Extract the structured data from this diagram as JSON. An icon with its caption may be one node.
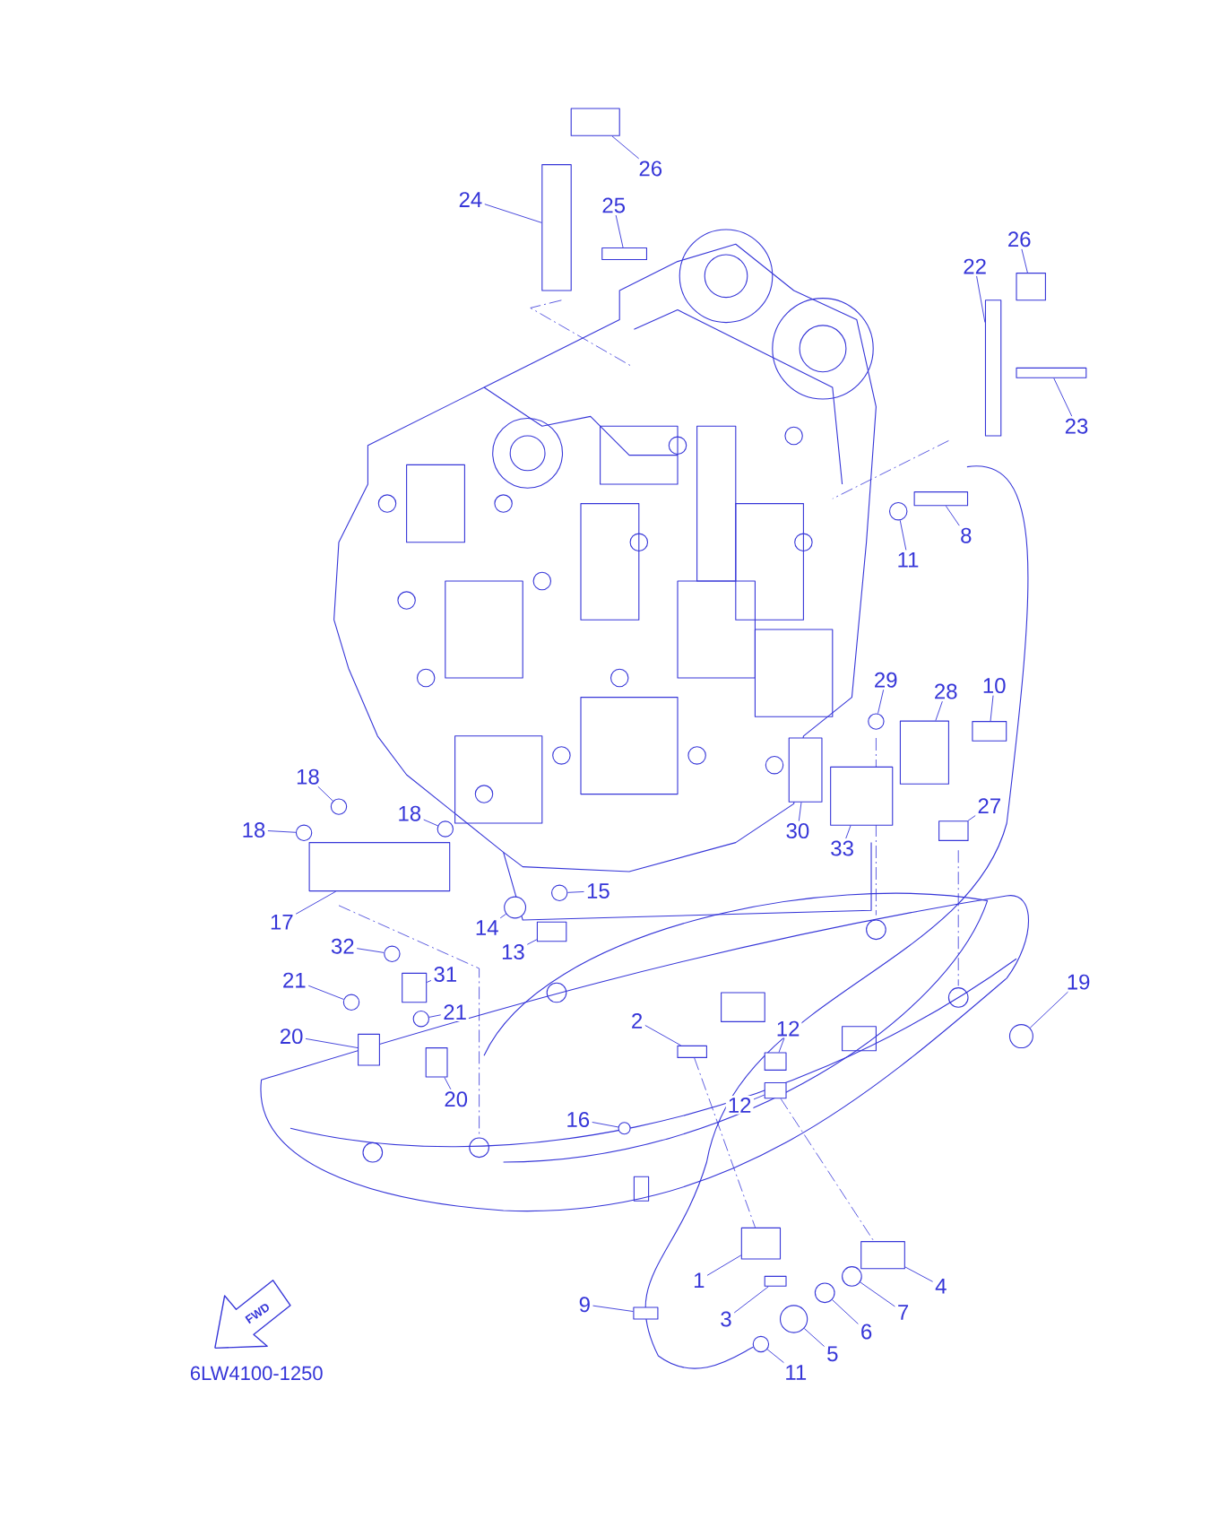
{
  "diagram": {
    "nodes": [
      {
        "text": [
          "26"
        ]
      },
      {
        "text": [
          "24"
        ]
      },
      {
        "text": [
          "25"
        ]
      },
      {
        "text": [
          "26"
        ]
      },
      {
        "text": [
          "22"
        ]
      },
      {
        "text": [
          "23"
        ]
      },
      {
        "text": [
          "8"
        ]
      },
      {
        "text": [
          "11"
        ]
      },
      {
        "text": [
          "29"
        ]
      },
      {
        "text": [
          "28"
        ]
      },
      {
        "text": [
          "10"
        ]
      },
      {
        "text": [
          "30"
        ]
      },
      {
        "text": [
          "33"
        ]
      },
      {
        "text": [
          "27"
        ]
      },
      {
        "text": [
          "18"
        ]
      },
      {
        "text": [
          "18"
        ]
      },
      {
        "text": [
          "18"
        ]
      },
      {
        "text": [
          "17"
        ]
      },
      {
        "text": [
          "15"
        ]
      },
      {
        "text": [
          "14"
        ]
      },
      {
        "text": [
          "13"
        ]
      },
      {
        "text": [
          "32"
        ]
      },
      {
        "text": [
          "31"
        ]
      },
      {
        "text": [
          "21"
        ]
      },
      {
        "text": [
          "21"
        ]
      },
      {
        "text": [
          "20"
        ]
      },
      {
        "text": [
          "20"
        ]
      },
      {
        "text": [
          "19"
        ]
      },
      {
        "text": [
          "2"
        ]
      },
      {
        "text": [
          "12"
        ]
      },
      {
        "text": [
          "12"
        ]
      },
      {
        "text": [
          "16"
        ]
      },
      {
        "text": [
          "1"
        ]
      },
      {
        "text": [
          "3"
        ]
      },
      {
        "text": [
          "4"
        ]
      },
      {
        "text": [
          "7"
        ]
      },
      {
        "text": [
          "6"
        ]
      },
      {
        "text": [
          "5"
        ]
      },
      {
        "text": [
          "11"
        ]
      },
      {
        "text": [
          "9"
        ]
      },
      {
        "text": [],
        "shape": "box"
      },
      {
        "text": [],
        "shape": "box"
      },
      {
        "text": [],
        "shape": "box"
      },
      {
        "text": [],
        "shape": "box"
      },
      {
        "text": [],
        "shape": "box"
      },
      {
        "text": [],
        "shape": "box"
      },
      {
        "text": [],
        "shape": "box"
      },
      {
        "text": [],
        "shape": "circle"
      },
      {
        "text": [],
        "shape": "circle"
      },
      {
        "text": [],
        "shape": "box"
      },
      {
        "text": [],
        "shape": "box"
      },
      {
        "text": [],
        "shape": "box"
      },
      {
        "text": [],
        "shape": "box"
      },
      {
        "text": [],
        "shape": "box"
      },
      {
        "text": [],
        "shape": "circle"
      },
      {
        "text": [],
        "shape": "circle"
      },
      {
        "text": [],
        "shape": "circle"
      },
      {
        "text": [],
        "shape": "box"
      },
      {
        "text": [],
        "shape": "circle"
      },
      {
        "text": [],
        "shape": "circle"
      },
      {
        "text": [],
        "shape": "box"
      },
      {
        "text": [],
        "shape": "circle"
      },
      {
        "text": [],
        "shape": "box"
      },
      {
        "text": [],
        "shape": "circle"
      },
      {
        "text": [],
        "shape": "circle"
      },
      {
        "text": [],
        "shape": "box"
      },
      {
        "text": [],
        "shape": "box"
      },
      {
        "text": [],
        "shape": "circle"
      },
      {
        "text": [],
        "shape": "box"
      },
      {
        "text": [],
        "shape": "box"
      },
      {
        "text": [],
        "shape": "box"
      },
      {
        "text": [],
        "shape": "circle"
      },
      {
        "text": [],
        "shape": "box"
      },
      {
        "text": [],
        "shape": "box"
      },
      {
        "text": [],
        "shape": "box"
      },
      {
        "text": [],
        "shape": "circle"
      },
      {
        "text": [],
        "shape": "circle"
      },
      {
        "text": [],
        "shape": "circle"
      },
      {
        "text": [],
        "shape": "circle"
      },
      {
        "text": [],
        "shape": "box"
      }
    ],
    "edges": [
      {
        "from": 0,
        "to": 40,
        "arrow": "none"
      },
      {
        "from": 1,
        "to": 41,
        "arrow": "none"
      },
      {
        "from": 2,
        "to": 42,
        "arrow": "none"
      },
      {
        "from": 3,
        "to": 43,
        "arrow": "none"
      },
      {
        "from": 4,
        "to": 44,
        "arrow": "none"
      },
      {
        "from": 5,
        "to": 45,
        "arrow": "none"
      },
      {
        "from": 6,
        "to": 46,
        "arrow": "none"
      },
      {
        "from": 7,
        "to": 47,
        "arrow": "none"
      },
      {
        "from": 8,
        "to": 48,
        "arrow": "none"
      },
      {
        "from": 9,
        "to": 49,
        "arrow": "none"
      },
      {
        "from": 10,
        "to": 50,
        "arrow": "none"
      },
      {
        "from": 11,
        "to": 51,
        "arrow": "none"
      },
      {
        "from": 12,
        "to": 52,
        "arrow": "none"
      },
      {
        "from": 13,
        "to": 53,
        "arrow": "none"
      },
      {
        "from": 14,
        "to": 54,
        "arrow": "none"
      },
      {
        "from": 15,
        "to": 55,
        "arrow": "none"
      },
      {
        "from": 16,
        "to": 56,
        "arrow": "none"
      },
      {
        "from": 17,
        "to": 57,
        "arrow": "none"
      },
      {
        "from": 18,
        "to": 58,
        "arrow": "none"
      },
      {
        "from": 19,
        "to": 59,
        "arrow": "none"
      },
      {
        "from": 20,
        "to": 60,
        "arrow": "none"
      },
      {
        "from": 21,
        "to": 61,
        "arrow": "none"
      },
      {
        "from": 22,
        "to": 62,
        "arrow": "none"
      },
      {
        "from": 23,
        "to": 63,
        "arrow": "none"
      },
      {
        "from": 24,
        "to": 64,
        "arrow": "none"
      },
      {
        "from": 25,
        "to": 65,
        "arrow": "none"
      },
      {
        "from": 26,
        "to": 66,
        "arrow": "none"
      },
      {
        "from": 27,
        "to": 67,
        "arrow": "none"
      },
      {
        "from": 28,
        "to": 68,
        "arrow": "none"
      },
      {
        "from": 29,
        "to": 69,
        "arrow": "none"
      },
      {
        "from": 30,
        "to": 70,
        "arrow": "none"
      },
      {
        "from": 31,
        "to": 71,
        "arrow": "none"
      },
      {
        "from": 32,
        "to": 72,
        "arrow": "none"
      },
      {
        "from": 33,
        "to": 73,
        "arrow": "none"
      },
      {
        "from": 34,
        "to": 74,
        "arrow": "none"
      },
      {
        "from": 35,
        "to": 75,
        "arrow": "none"
      },
      {
        "from": 36,
        "to": 76,
        "arrow": "none"
      },
      {
        "from": 37,
        "to": 77,
        "arrow": "none"
      },
      {
        "from": 38,
        "to": 78,
        "arrow": "none"
      },
      {
        "from": 39,
        "to": 79,
        "arrow": "none"
      },
      {
        "from": 68,
        "to": 72,
        "arrow": "none",
        "style": "dashed"
      },
      {
        "from": 70,
        "to": 74,
        "arrow": "none",
        "style": "dashed"
      }
    ],
    "labels": [
      "FWD",
      "6LW4100-1250"
    ]
  }
}
